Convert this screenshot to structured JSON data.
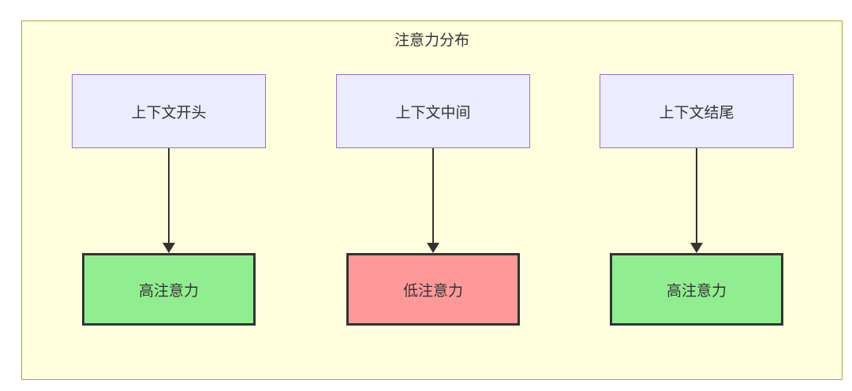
{
  "diagram": {
    "title": "注意力分布",
    "type": "flowchart-top-down",
    "container_style": {
      "background": "#ffffde",
      "border_color": "#aaaa33"
    },
    "node_styles": {
      "source": {
        "fill": "#ECECFF",
        "border": "#9370DB"
      },
      "high_attention": {
        "fill": "#90EE90",
        "border": "#333333"
      },
      "low_attention": {
        "fill": "#FF9999",
        "border": "#333333"
      }
    },
    "arrow_color": "#333333",
    "columns": [
      {
        "source": {
          "label": "上下文开头"
        },
        "target": {
          "label": "高注意力",
          "level": "high"
        }
      },
      {
        "source": {
          "label": "上下文中间"
        },
        "target": {
          "label": "低注意力",
          "level": "low"
        }
      },
      {
        "source": {
          "label": "上下文结尾"
        },
        "target": {
          "label": "高注意力",
          "level": "high"
        }
      }
    ]
  }
}
